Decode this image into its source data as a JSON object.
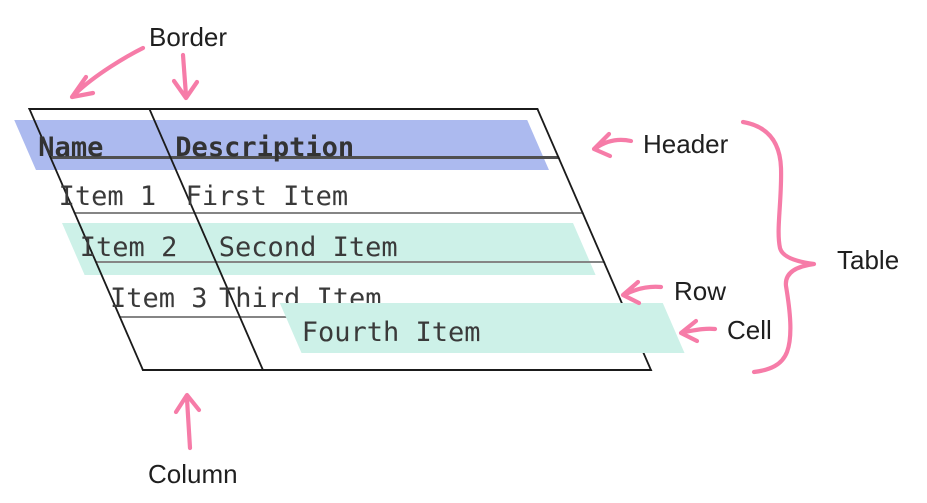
{
  "labels": {
    "border": "Border",
    "header": "Header",
    "table": "Table",
    "row": "Row",
    "cell": "Cell",
    "column": "Column"
  },
  "table": {
    "columns": [
      "Name",
      "Description"
    ],
    "rows": [
      [
        "Item 1",
        "First Item"
      ],
      [
        "Item 2",
        "Second Item"
      ],
      [
        "Item 3",
        "Third Item"
      ],
      [
        "",
        "Fourth Item"
      ]
    ]
  },
  "colors": {
    "header_highlight": "#acbaef",
    "row_highlight": "#cdf1e8",
    "cell_highlight": "#cdf1e8",
    "annotation_pink": "#f67ca8",
    "table_border": "#1b1b1b",
    "row_divider": "#858585",
    "table_text": "#3a3a3a",
    "label_text": "#1f1f1f"
  }
}
